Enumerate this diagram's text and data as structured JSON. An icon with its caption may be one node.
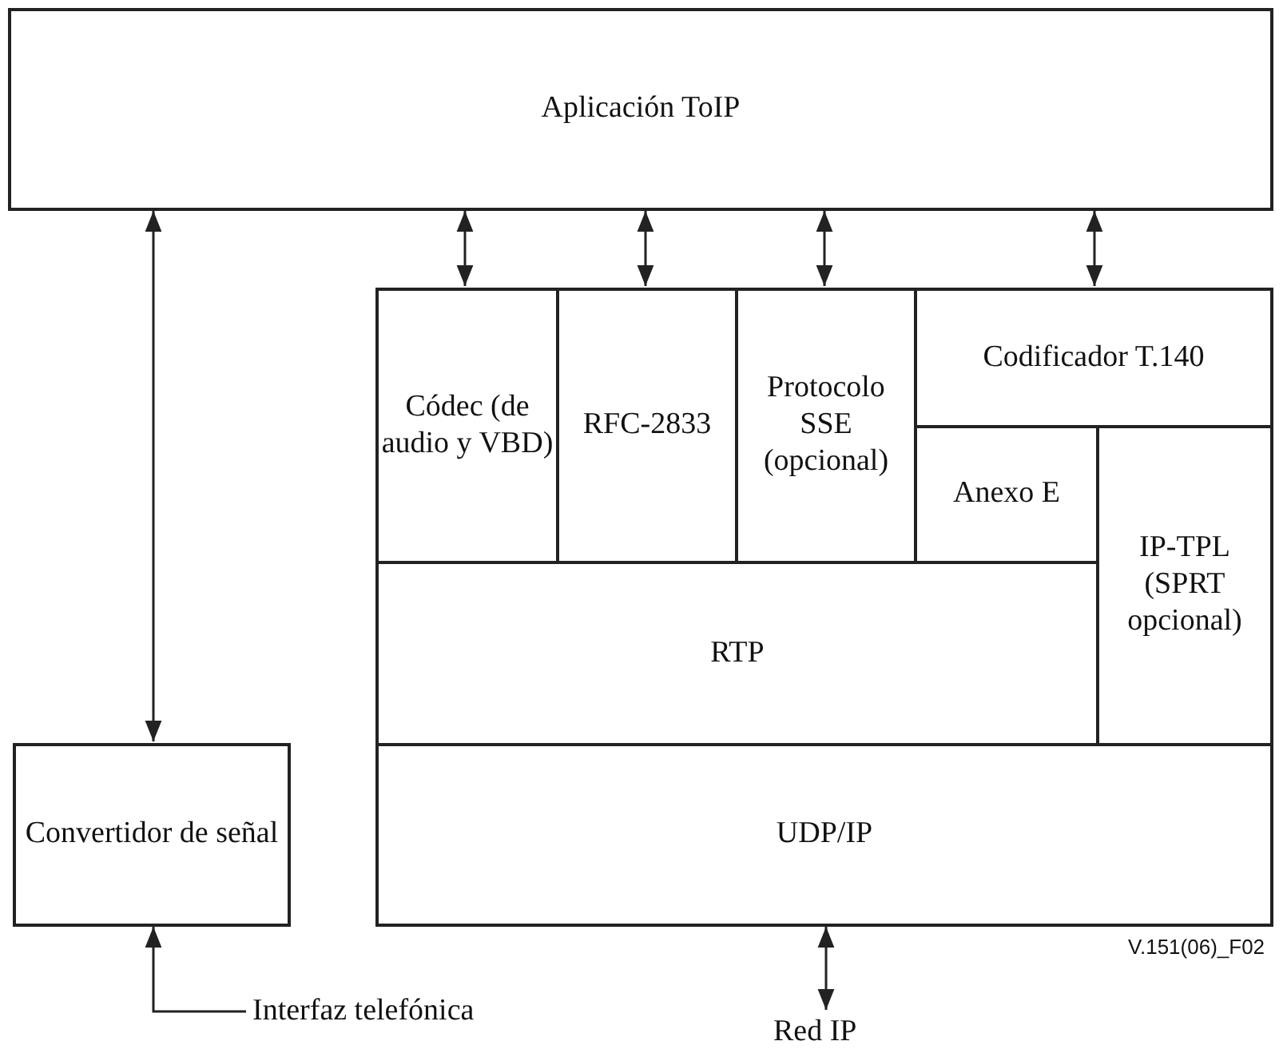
{
  "diagram": {
    "nodes": [
      {
        "text": [
          "Aplicación ToIP"
        ]
      },
      {
        "text": [
          "Códec (de audio y VBD)"
        ]
      },
      {
        "text": [
          "RFC-2833"
        ]
      },
      {
        "text": [
          "Protocolo SSE (opcional)"
        ]
      },
      {
        "text": [
          "Codificador T.140"
        ]
      },
      {
        "text": [
          "Anexo E"
        ]
      },
      {
        "text": [
          "IP-TPL (SPRT opcional)"
        ]
      },
      {
        "text": [
          "RTP"
        ]
      },
      {
        "text": [
          "Convertidor de señal"
        ]
      },
      {
        "text": [
          "UDP/IP"
        ]
      },
      {
        "text": [
          "Interfaz telefónica"
        ]
      },
      {
        "text": [
          "Red IP"
        ]
      }
    ],
    "edges": [
      {
        "from": 0,
        "to": 8,
        "arrow": "both"
      },
      {
        "from": 0,
        "to": 1,
        "arrow": "both"
      },
      {
        "from": 0,
        "to": 2,
        "arrow": "both"
      },
      {
        "from": 0,
        "to": 3,
        "arrow": "both"
      },
      {
        "from": 0,
        "to": 4,
        "arrow": "both"
      },
      {
        "from": 10,
        "to": 8,
        "arrow": "to"
      },
      {
        "from": 9,
        "to": 11,
        "arrow": "both"
      }
    ],
    "labels": [
      "V.151(06)_F02"
    ]
  }
}
